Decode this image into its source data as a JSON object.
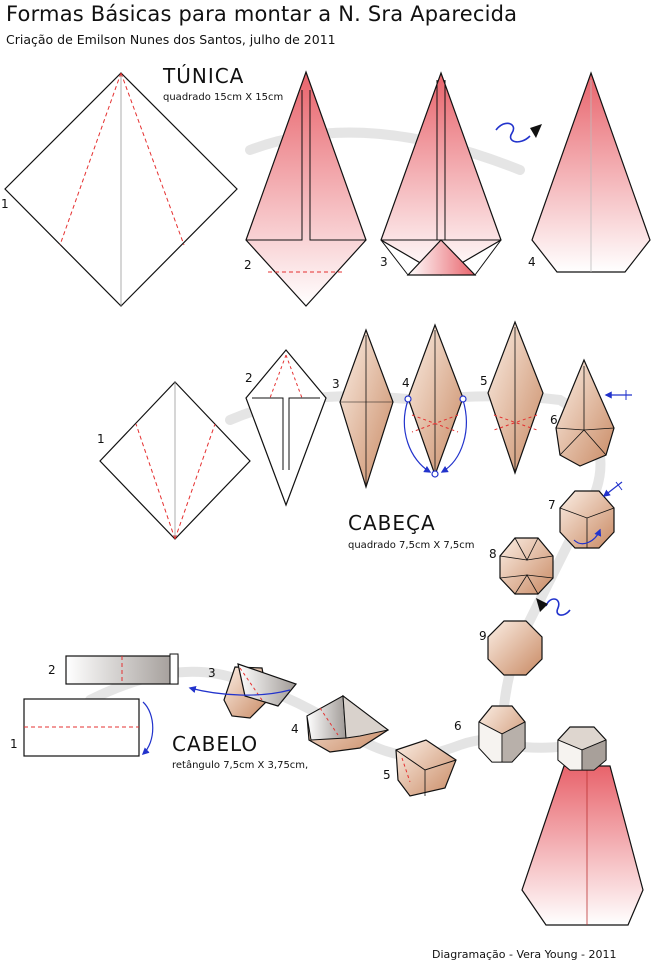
{
  "title": "Formas Básicas para montar a N. Sra Aparecida",
  "subtitle": "Criação de Emilson Nunes dos Santos, julho de 2011",
  "credit": "Diagramação - Vera Young - 2011",
  "sections": {
    "tunica": {
      "label": "TÚNICA",
      "size": "quadrado 15cm X 15cm",
      "steps": [
        "1",
        "2",
        "3",
        "4"
      ]
    },
    "cabeca": {
      "label": "CABEÇA",
      "size": "quadrado 7,5cm X 7,5cm",
      "steps": [
        "1",
        "2",
        "3",
        "4",
        "5",
        "6",
        "7",
        "8",
        "9"
      ]
    },
    "cabelo": {
      "label": "CABELO",
      "size": "retângulo 7,5cm X 3,75cm,",
      "steps": [
        "1",
        "2",
        "3",
        "4",
        "5",
        "6"
      ]
    }
  },
  "colors": {
    "tunica_pink": "#e8636b",
    "head_tan": "#c98a64",
    "fold_line": "#e53030",
    "arrow_blue": "#2233cc",
    "outline": "#111111"
  }
}
